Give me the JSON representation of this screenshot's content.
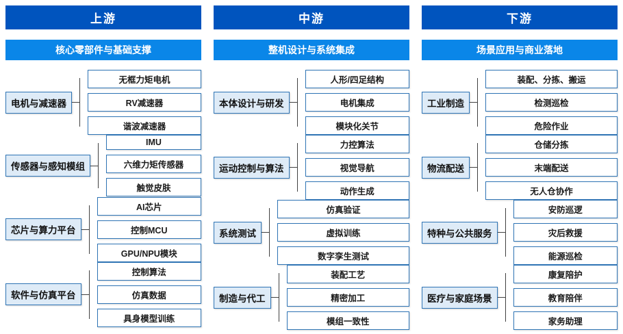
{
  "colors": {
    "header_bg": "#0054BE",
    "subtitle_bg": "#0A86E8",
    "box_border": "#2E74B5",
    "label_bg": "#DEEBF7",
    "connector_line": "#404040"
  },
  "columns": [
    {
      "header": "上游",
      "subtitle": "核心零部件与基础支撑",
      "groups": [
        {
          "label": "电机与减速器",
          "items": [
            "无框力矩电机",
            "RV减速器",
            "谐波减速器"
          ]
        },
        {
          "label": "传感器与感知模组",
          "items": [
            "IMU",
            "六维力矩传感器",
            "触觉皮肤"
          ]
        },
        {
          "label": "芯片与算力平台",
          "items": [
            "AI芯片",
            "控制MCU",
            "GPU/NPU模块"
          ]
        },
        {
          "label": "软件与仿真平台",
          "items": [
            "控制算法",
            "仿真数据",
            "具身模型训练"
          ]
        }
      ]
    },
    {
      "header": "中游",
      "subtitle": "整机设计与系统集成",
      "groups": [
        {
          "label": "本体设计与研发",
          "items": [
            "人形/四足结构",
            "电机集成",
            "模块化关节"
          ]
        },
        {
          "label": "运动控制与算法",
          "items": [
            "力控算法",
            "视觉导航",
            "动作生成"
          ]
        },
        {
          "label": "系统测试",
          "items": [
            "仿真验证",
            "虚拟训练",
            "数字孪生测试"
          ]
        },
        {
          "label": "制造与代工",
          "items": [
            "装配工艺",
            "精密加工",
            "模组一致性"
          ]
        }
      ]
    },
    {
      "header": "下游",
      "subtitle": "场景应用与商业落地",
      "groups": [
        {
          "label": "工业制造",
          "items": [
            "装配、分拣、搬运",
            "检测巡检",
            "危险作业"
          ]
        },
        {
          "label": "物流配送",
          "items": [
            "仓储分拣",
            "末端配送",
            "无人仓协作"
          ]
        },
        {
          "label": "特种与公共服务",
          "items": [
            "安防巡逻",
            "灾后救援",
            "能源巡检"
          ]
        },
        {
          "label": "医疗与家庭场景",
          "items": [
            "康复陪护",
            "教育陪伴",
            "家务助理"
          ]
        }
      ]
    }
  ]
}
